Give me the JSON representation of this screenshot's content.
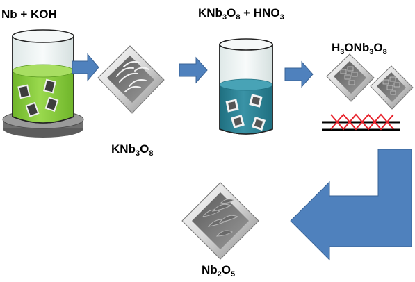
{
  "labels": {
    "step1": {
      "a": "Nb + KOH"
    },
    "step2": {
      "a": "KNb",
      "s1": "3",
      "b": "O",
      "s2": "8"
    },
    "step3": {
      "a": "KNb",
      "s1": "3",
      "b": "O",
      "s2": "8",
      "c": " + HNO",
      "s3": "3"
    },
    "step4": {
      "a": "H",
      "s1": "3",
      "b": "ONb",
      "s2": "3",
      "c": "O",
      "s3": "8"
    },
    "step5": {
      "a": "Nb",
      "s1": "2",
      "b": "O",
      "s2": "5"
    }
  },
  "colors": {
    "arrow": "#4f81bd",
    "arrow_edge": "#3a6396",
    "green_solution": "#88cc3c",
    "teal_solution": "#2d8396",
    "zigzag": "#e8202a",
    "line": "#000000",
    "hotplate": "#808080"
  }
}
